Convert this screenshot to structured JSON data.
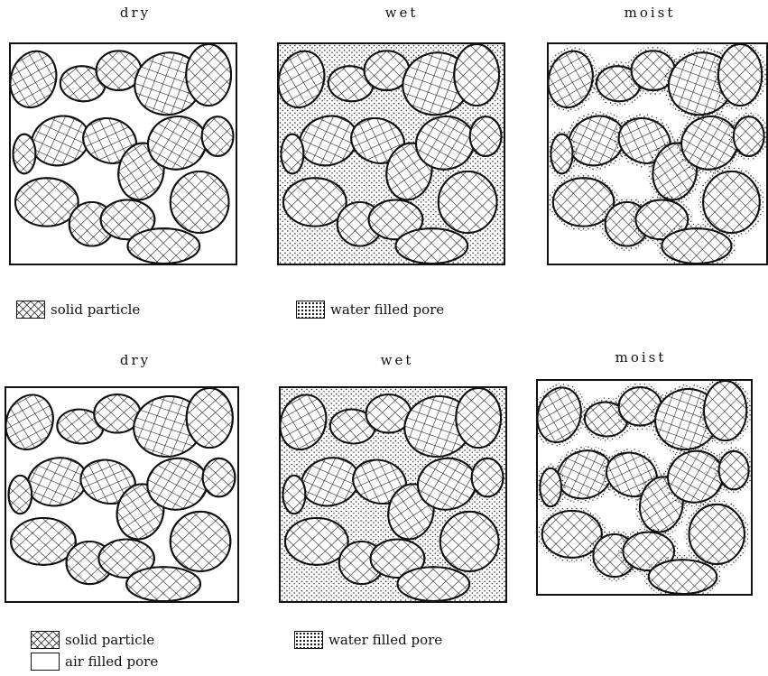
{
  "diagrams": [
    {
      "labels": {
        "dry": "dry",
        "wet": "wet",
        "moist": "moist"
      },
      "legend": {
        "solid": "solid particle",
        "water": "water filled pore"
      }
    },
    {
      "labels": {
        "dry": "dry",
        "wet": "wet",
        "moist": "moist"
      },
      "legend": {
        "solid": "solid particle",
        "water": "water filled pore",
        "air": "air filled pore"
      }
    }
  ],
  "colors": {
    "ink": "#111111",
    "background": "#ffffff"
  },
  "icons": {
    "solid": "crosshatch-pattern",
    "water": "stipple-pattern",
    "air": "blank-box"
  }
}
